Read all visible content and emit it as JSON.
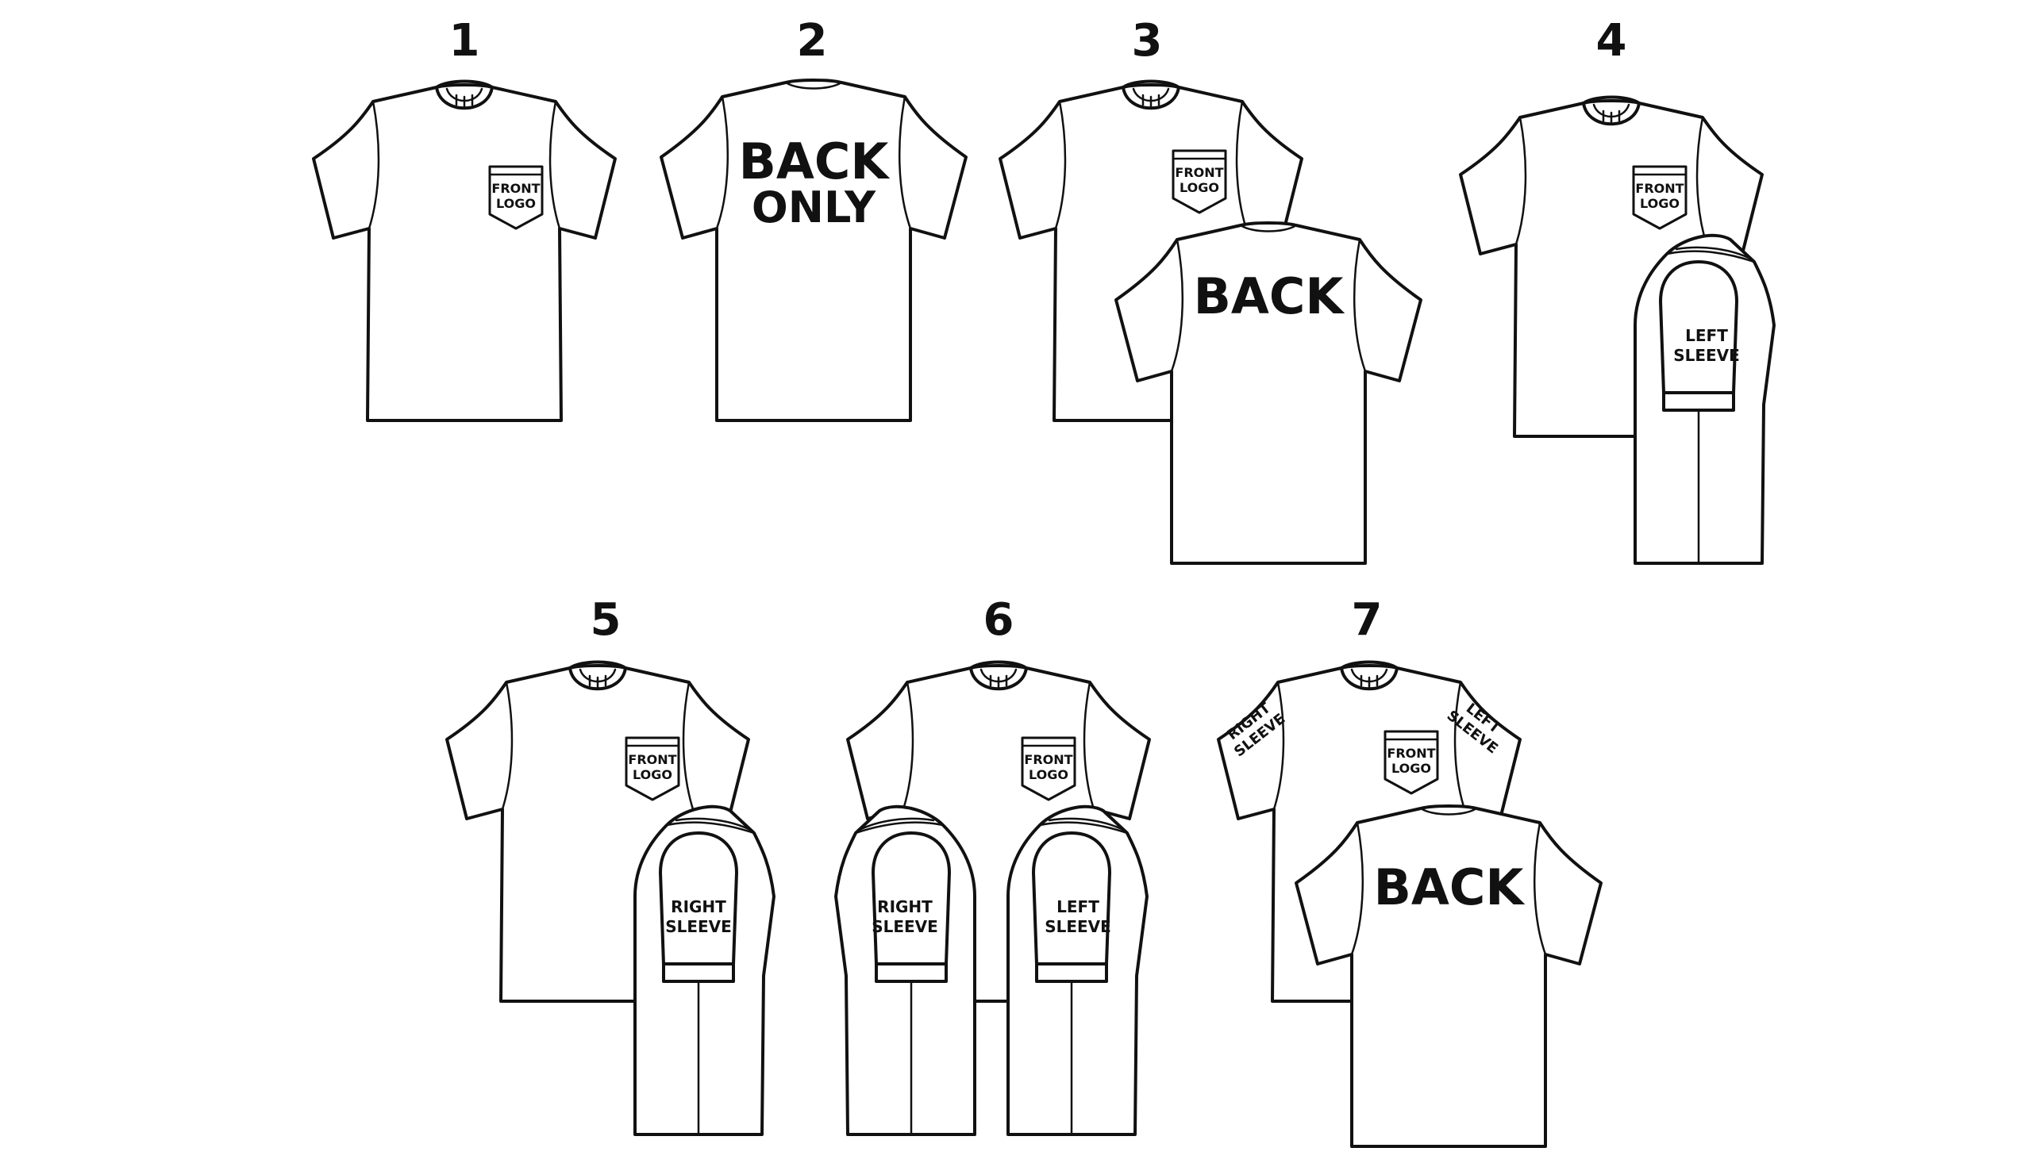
{
  "options": [
    {
      "number": "1",
      "front_logo_line1": "FRONT",
      "front_logo_line2": "LOGO"
    },
    {
      "number": "2",
      "back_line1": "BACK",
      "back_line2": "ONLY"
    },
    {
      "number": "3",
      "front_logo_line1": "FRONT",
      "front_logo_line2": "LOGO",
      "back_text": "BACK"
    },
    {
      "number": "4",
      "front_logo_line1": "FRONT",
      "front_logo_line2": "LOGO",
      "left_sleeve_line1": "LEFT",
      "left_sleeve_line2": "SLEEVE"
    },
    {
      "number": "5",
      "front_logo_line1": "FRONT",
      "front_logo_line2": "LOGO",
      "right_sleeve_line1": "RIGHT",
      "right_sleeve_line2": "SLEEVE"
    },
    {
      "number": "6",
      "front_logo_line1": "FRONT",
      "front_logo_line2": "LOGO",
      "right_sleeve_line1": "RIGHT",
      "right_sleeve_line2": "SLEEVE",
      "left_sleeve_line1": "LEFT",
      "left_sleeve_line2": "SLEEVE"
    },
    {
      "number": "7",
      "front_logo_line1": "FRONT",
      "front_logo_line2": "LOGO",
      "right_sleeve_line1": "RIGHT",
      "right_sleeve_line2": "SLEEVE",
      "left_sleeve_line1": "LEFT",
      "left_sleeve_line2": "SLEEVE",
      "back_text": "BACK"
    }
  ],
  "colors": {
    "line": "#111111",
    "fill": "#ffffff"
  }
}
